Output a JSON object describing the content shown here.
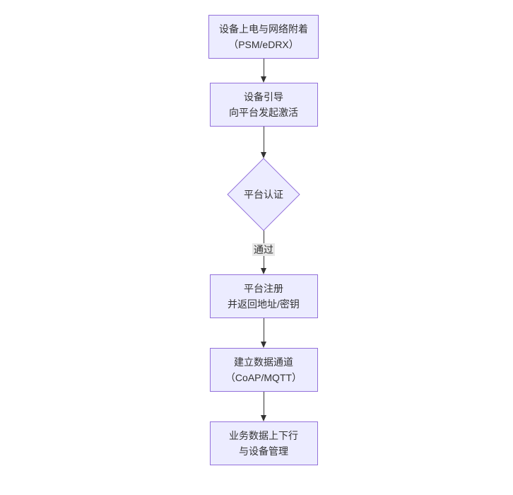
{
  "diagram": {
    "type": "flowchart",
    "direction": "top-down",
    "colors": {
      "background": "#ffffff",
      "node_fill": "#ECECFF",
      "node_border": "#9370DB",
      "text": "#333333",
      "arrow": "#333333",
      "edge_label_background": "#e8e8e8"
    },
    "nodes": [
      {
        "id": "power-attach",
        "shape": "rect",
        "lines": [
          "设备上电与网络附着",
          "（PSM/eDRX）"
        ]
      },
      {
        "id": "bootstrap",
        "shape": "rect",
        "lines": [
          "设备引导",
          "向平台发起激活"
        ]
      },
      {
        "id": "platform-auth",
        "shape": "diamond",
        "lines": [
          "平台认证"
        ]
      },
      {
        "id": "register",
        "shape": "rect",
        "lines": [
          "平台注册",
          "并返回地址/密钥"
        ]
      },
      {
        "id": "data-channel",
        "shape": "rect",
        "lines": [
          "建立数据通道",
          "（CoAP/MQTT）"
        ]
      },
      {
        "id": "business-data",
        "shape": "rect",
        "lines": [
          "业务数据上下行",
          "与设备管理"
        ]
      }
    ],
    "edges": [
      {
        "from": "power-attach",
        "to": "bootstrap",
        "label": ""
      },
      {
        "from": "bootstrap",
        "to": "platform-auth",
        "label": ""
      },
      {
        "from": "platform-auth",
        "to": "register",
        "label": "通过"
      },
      {
        "from": "register",
        "to": "data-channel",
        "label": ""
      },
      {
        "from": "data-channel",
        "to": "business-data",
        "label": ""
      }
    ]
  }
}
